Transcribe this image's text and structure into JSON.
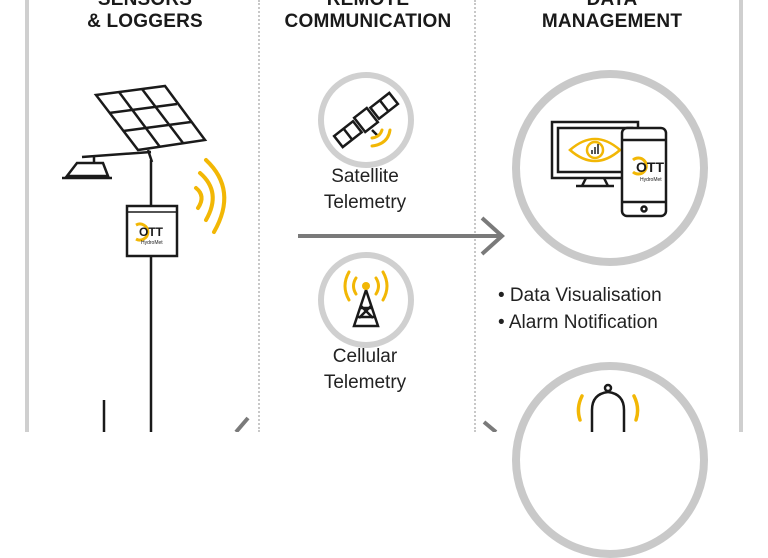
{
  "columns": [
    {
      "title_line1": "SENSORS",
      "title_line2": "& LOGGERS"
    },
    {
      "title_line1": "REMOTE",
      "title_line2": "COMMUNICATION"
    },
    {
      "title_line1": "DATA",
      "title_line2": "MANAGEMENT"
    }
  ],
  "communication": {
    "satellite": {
      "line1": "Satellite",
      "line2": "Telemetry"
    },
    "cellular": {
      "line1": "Cellular",
      "line2": "Telemetry"
    }
  },
  "data_management": {
    "bullets": [
      "• Data Visualisation",
      "• Alarm Notification"
    ]
  },
  "brand": {
    "logo_text": "OTT",
    "logo_subtext": "HydroMet"
  },
  "colors": {
    "accent": "#f2b705",
    "stroke": "#1a1a1a",
    "ring": "#c9c9c9",
    "arrow": "#7a7a7a"
  }
}
